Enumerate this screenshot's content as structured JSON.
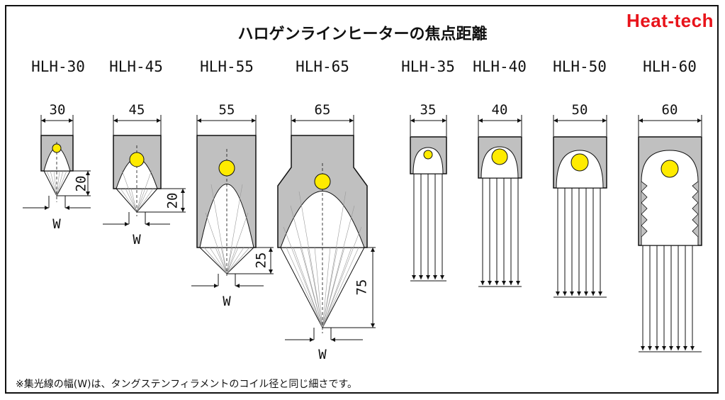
{
  "brand": "Heat-tech",
  "title": "ハロゲンラインヒーターの焦点距離",
  "note": "※集光線の幅(W)は、タングステンフィラメントのコイル径と同じ細さです。",
  "colors": {
    "body": "#c0c0c0",
    "filament": "#ffeb00",
    "brand": "#e8141b"
  },
  "focus_models": [
    {
      "model": "HLH-30",
      "width": "30",
      "focal": "20",
      "w": "W"
    },
    {
      "model": "HLH-45",
      "width": "45",
      "focal": "20",
      "w": "W"
    },
    {
      "model": "HLH-55",
      "width": "55",
      "focal": "25",
      "w": "W"
    },
    {
      "model": "HLH-65",
      "width": "65",
      "focal": "75",
      "w": "W"
    }
  ],
  "parallel_models": [
    {
      "model": "HLH-35",
      "width": "35"
    },
    {
      "model": "HLH-40",
      "width": "40"
    },
    {
      "model": "HLH-50",
      "width": "50"
    },
    {
      "model": "HLH-60",
      "width": "60"
    }
  ]
}
